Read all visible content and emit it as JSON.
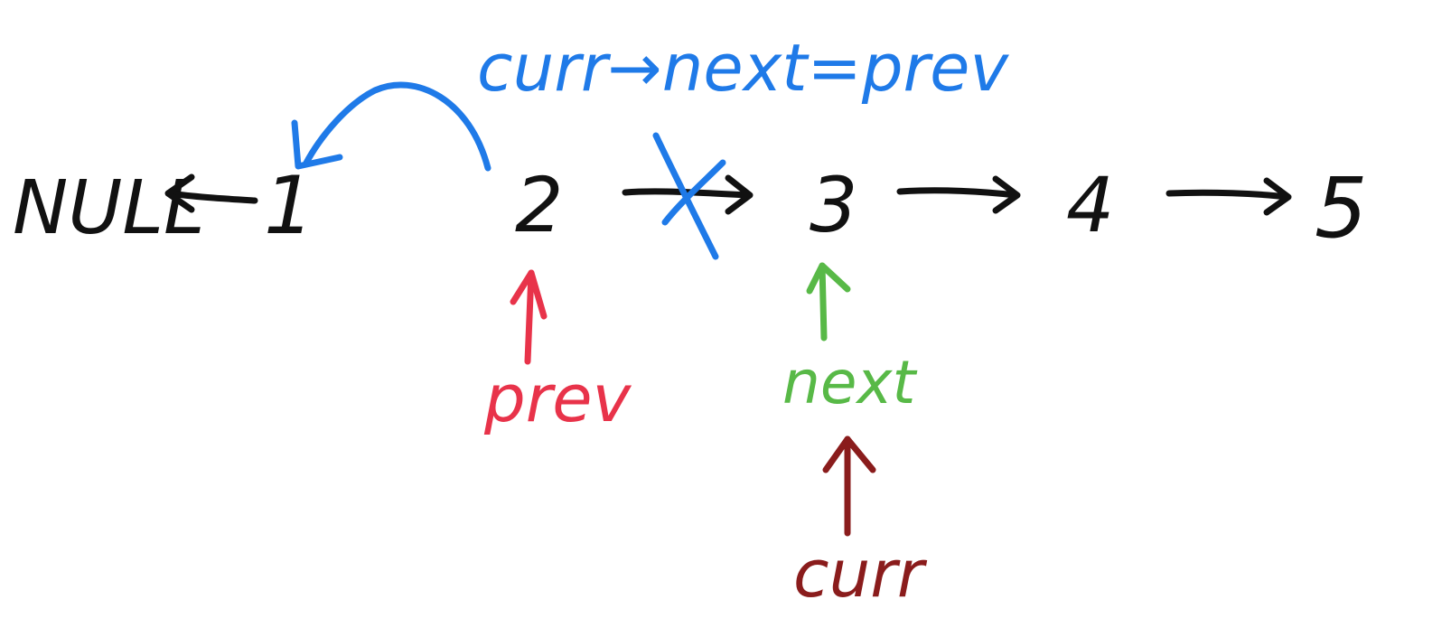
{
  "nodes": [
    {
      "id": "null",
      "label": "NULL"
    },
    {
      "id": "n1",
      "label": "1"
    },
    {
      "id": "n2",
      "label": "2"
    },
    {
      "id": "n3",
      "label": "3"
    },
    {
      "id": "n4",
      "label": "4"
    },
    {
      "id": "n5",
      "label": "5"
    }
  ],
  "annotations": {
    "operation": "curr→next=prev",
    "prev": "prev",
    "next": "next",
    "curr": "curr"
  },
  "colors": {
    "ink": "#111111",
    "operation": "#1f7ae8",
    "prev": "#e8334a",
    "next": "#58b947",
    "curr": "#8a1c1c"
  }
}
